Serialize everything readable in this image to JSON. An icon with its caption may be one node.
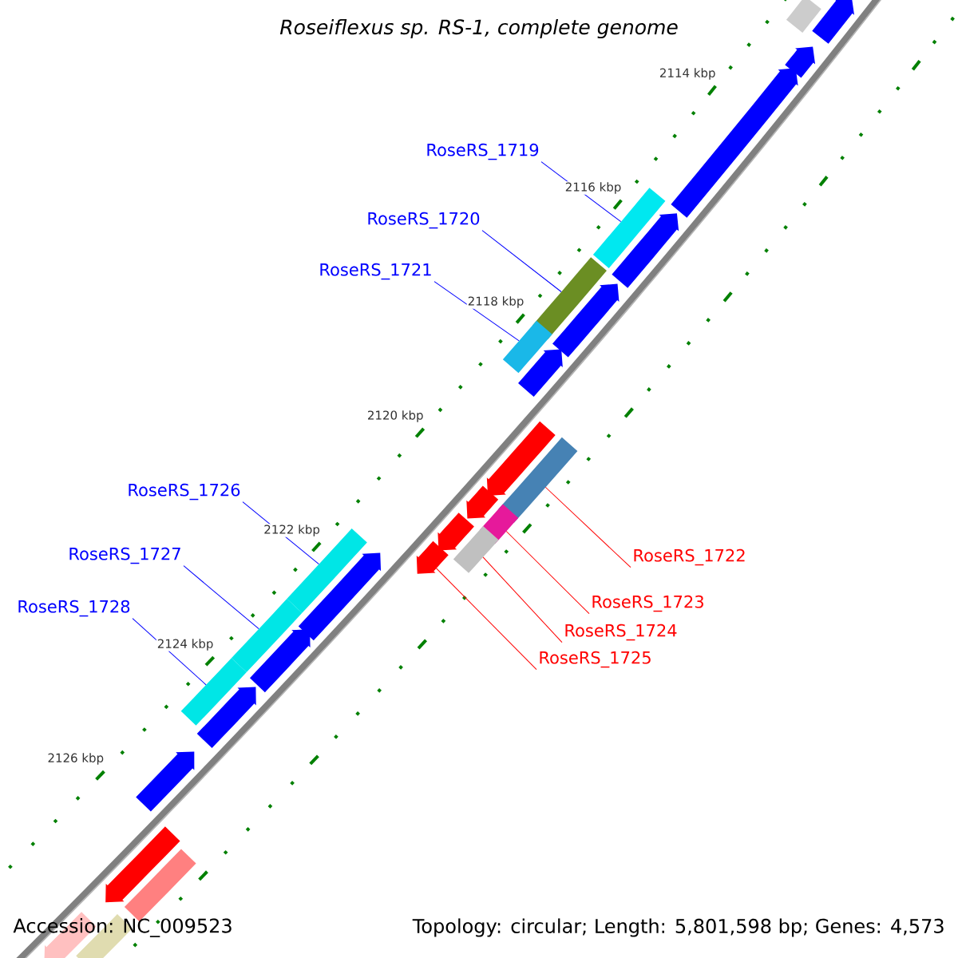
{
  "diagram": {
    "title": "Roseiflexus sp. RS-1, complete genome",
    "nodes": [
      {
        "text": [
          "RoseRS_1719"
        ]
      },
      {
        "text": [],
        "shape": "bar"
      },
      {
        "text": [
          "RoseRS_1720"
        ]
      },
      {
        "text": [],
        "shape": "bar"
      },
      {
        "text": [
          "RoseRS_1721"
        ]
      },
      {
        "text": [],
        "shape": "bar"
      },
      {
        "text": [
          "RoseRS_1726"
        ]
      },
      {
        "text": [],
        "shape": "bar"
      },
      {
        "text": [
          "RoseRS_1727"
        ]
      },
      {
        "text": [],
        "shape": "bar"
      },
      {
        "text": [
          "RoseRS_1728"
        ]
      },
      {
        "text": [],
        "shape": "bar"
      },
      {
        "text": [
          "RoseRS_1722"
        ]
      },
      {
        "text": [],
        "shape": "bar"
      },
      {
        "text": [
          "RoseRS_1723"
        ]
      },
      {
        "text": [],
        "shape": "bar"
      },
      {
        "text": [
          "RoseRS_1724"
        ]
      },
      {
        "text": [],
        "shape": "bar"
      },
      {
        "text": [
          "RoseRS_1725"
        ]
      },
      {
        "text": [],
        "shape": "arrow"
      },
      {
        "text": [],
        "shape": "bar"
      },
      {
        "text": [],
        "shape": "arrow"
      },
      {
        "text": [],
        "shape": "arrow"
      },
      {
        "text": [],
        "shape": "arrow"
      },
      {
        "text": [],
        "shape": "arrow"
      },
      {
        "text": [],
        "shape": "arrow"
      },
      {
        "text": [],
        "shape": "arrow"
      },
      {
        "text": [],
        "shape": "arrow"
      },
      {
        "text": [],
        "shape": "arrow"
      },
      {
        "text": [],
        "shape": "arrow"
      },
      {
        "text": [],
        "shape": "arrow"
      },
      {
        "text": [],
        "shape": "arrow"
      },
      {
        "text": [],
        "shape": "arrow"
      },
      {
        "text": [],
        "shape": "arrow"
      },
      {
        "text": [],
        "shape": "arrow"
      },
      {
        "text": [],
        "shape": "bar"
      },
      {
        "text": [],
        "shape": "arrow"
      },
      {
        "text": [],
        "shape": "bar"
      }
    ],
    "edges": [
      {
        "from": 0,
        "to": 1,
        "arrow": "none"
      },
      {
        "from": 2,
        "to": 3,
        "arrow": "none"
      },
      {
        "from": 4,
        "to": 5,
        "arrow": "none"
      },
      {
        "from": 6,
        "to": 7,
        "arrow": "none"
      },
      {
        "from": 8,
        "to": 9,
        "arrow": "none"
      },
      {
        "from": 10,
        "to": 11,
        "arrow": "none"
      },
      {
        "from": 12,
        "to": 13,
        "arrow": "none",
        "color": "#ff0000"
      },
      {
        "from": 14,
        "to": 15,
        "arrow": "none",
        "color": "#ff0000"
      },
      {
        "from": 16,
        "to": 17,
        "arrow": "none",
        "color": "#ff0000"
      },
      {
        "from": 18,
        "to": 19,
        "arrow": "none",
        "color": "#ff0000"
      }
    ],
    "labels": [
      "2114 kbp",
      "2116 kbp",
      "2118 kbp",
      "2120 kbp",
      "2122 kbp",
      "2124 kbp",
      "2126 kbp",
      "Accession: NC_009523",
      "Topology: circular; Length: 5,801,598 bp; Genes: 4,573"
    ]
  }
}
